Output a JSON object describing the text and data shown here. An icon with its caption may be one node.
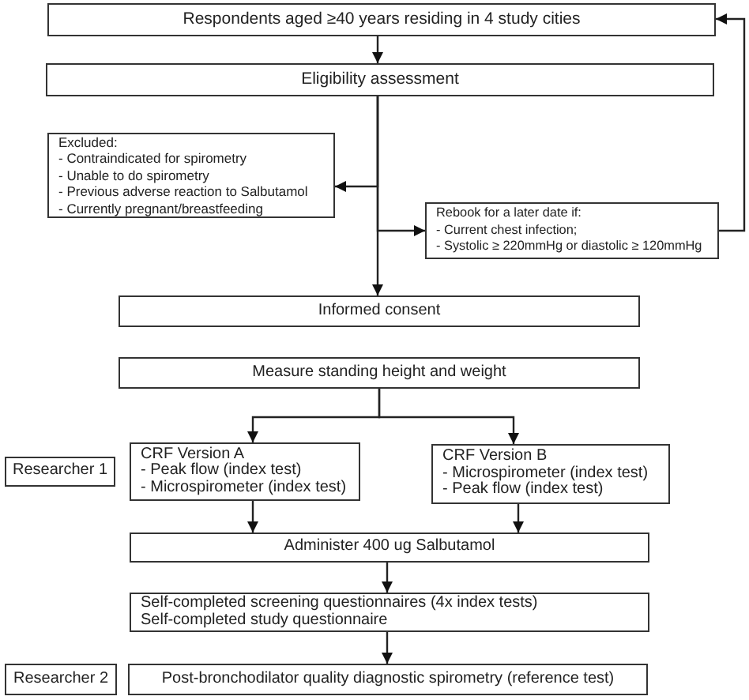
{
  "diagram": {
    "nodes": [
      {
        "text": [
          "Respondents aged ≥40 years residing in 4 study cities"
        ]
      },
      {
        "text": [
          "Eligibility assessment"
        ]
      },
      {
        "text": [
          "Excluded:",
          "- Contraindicated for spirometry",
          "- Unable to do spirometry",
          "- Previous adverse reaction to Salbutamol",
          "- Currently pregnant/breastfeeding"
        ]
      },
      {
        "text": [
          "Rebook for a later date if:",
          "- Current chest infection;",
          "- Systolic ≥ 220mmHg or diastolic ≥ 120mmHg"
        ]
      },
      {
        "text": [
          "Informed consent"
        ]
      },
      {
        "text": [
          "Measure standing height and weight"
        ]
      },
      {
        "text": [
          "Researcher 1"
        ]
      },
      {
        "text": [
          "CRF Version A",
          "- Peak flow (index test)",
          "- Microspirometer (index test)"
        ]
      },
      {
        "text": [
          "CRF Version B",
          "- Microspirometer (index test)",
          "- Peak flow (index test)"
        ]
      },
      {
        "text": [
          "Administer 400 ug Salbutamol"
        ]
      },
      {
        "text": [
          "Self-completed screening questionnaires (4x index tests)",
          "Self-completed study questionnaire"
        ]
      },
      {
        "text": [
          "Researcher 2"
        ]
      },
      {
        "text": [
          "Post-bronchodilator quality diagnostic spirometry (reference test)"
        ]
      }
    ],
    "edges": [
      {
        "from": 0,
        "to": 1,
        "arrow": "to"
      },
      {
        "from": 1,
        "to": 2,
        "arrow": "to"
      },
      {
        "from": 1,
        "to": 3,
        "arrow": "to"
      },
      {
        "from": 1,
        "to": 4,
        "arrow": "to"
      },
      {
        "from": 3,
        "to": 0,
        "arrow": "to"
      },
      {
        "from": 5,
        "to": 7,
        "arrow": "to"
      },
      {
        "from": 5,
        "to": 8,
        "arrow": "to"
      },
      {
        "from": 7,
        "to": 9,
        "arrow": "to"
      },
      {
        "from": 8,
        "to": 9,
        "arrow": "to"
      },
      {
        "from": 9,
        "to": 10,
        "arrow": "to"
      },
      {
        "from": 10,
        "to": 12,
        "arrow": "to"
      }
    ]
  }
}
